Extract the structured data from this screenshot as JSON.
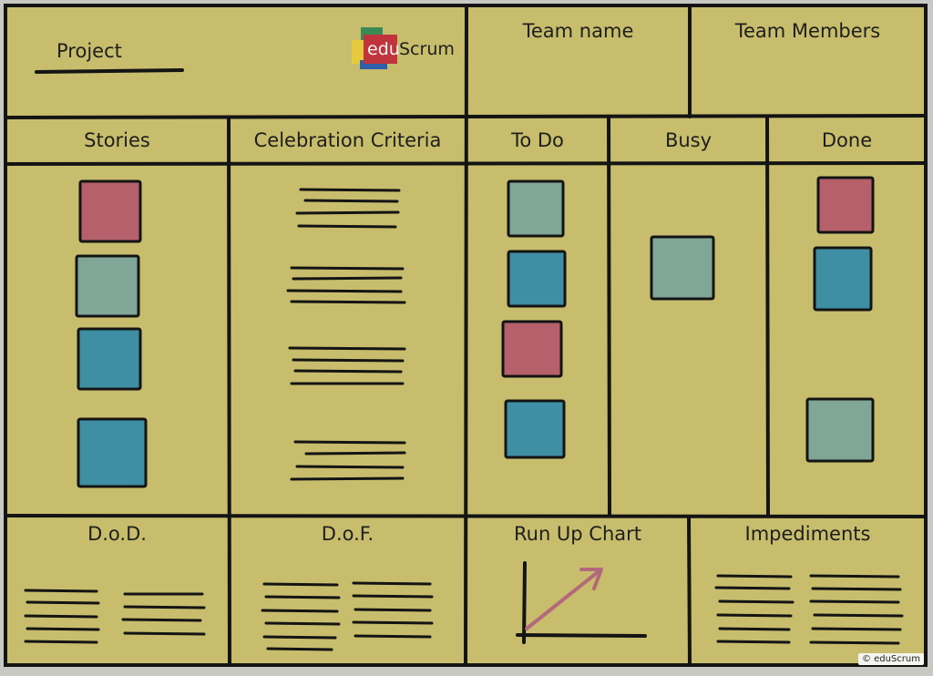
{
  "colors": {
    "board": "#c7bd6c",
    "line": "#141414",
    "red": "#b5606a",
    "sage": "#7fa697",
    "teal": "#3f8fa4",
    "arrow": "#b26a7a",
    "logo_red": "#c0343d",
    "logo_green": "#3a8a55",
    "logo_yellow": "#e6c93c",
    "logo_blue": "#2f5fa8"
  },
  "header": {
    "project_label": "Project",
    "logo_edu": "edu",
    "logo_scrum": "Scrum",
    "team_name_label": "Team name",
    "team_members_label": "Team Members"
  },
  "columns": {
    "stories": "Stories",
    "celebration": "Celebration Criteria",
    "todo": "To Do",
    "busy": "Busy",
    "done": "Done"
  },
  "footer": {
    "dod": "D.o.D.",
    "dof": "D.o.F.",
    "runup": "Run Up Chart",
    "impediments": "Impediments"
  },
  "copyright": "© eduScrum",
  "cards": {
    "stories": [
      "red",
      "sage",
      "teal",
      "teal"
    ],
    "todo": [
      "sage",
      "teal",
      "red",
      "teal"
    ],
    "busy": [
      "sage"
    ],
    "done": [
      "red",
      "teal",
      "sage"
    ]
  }
}
